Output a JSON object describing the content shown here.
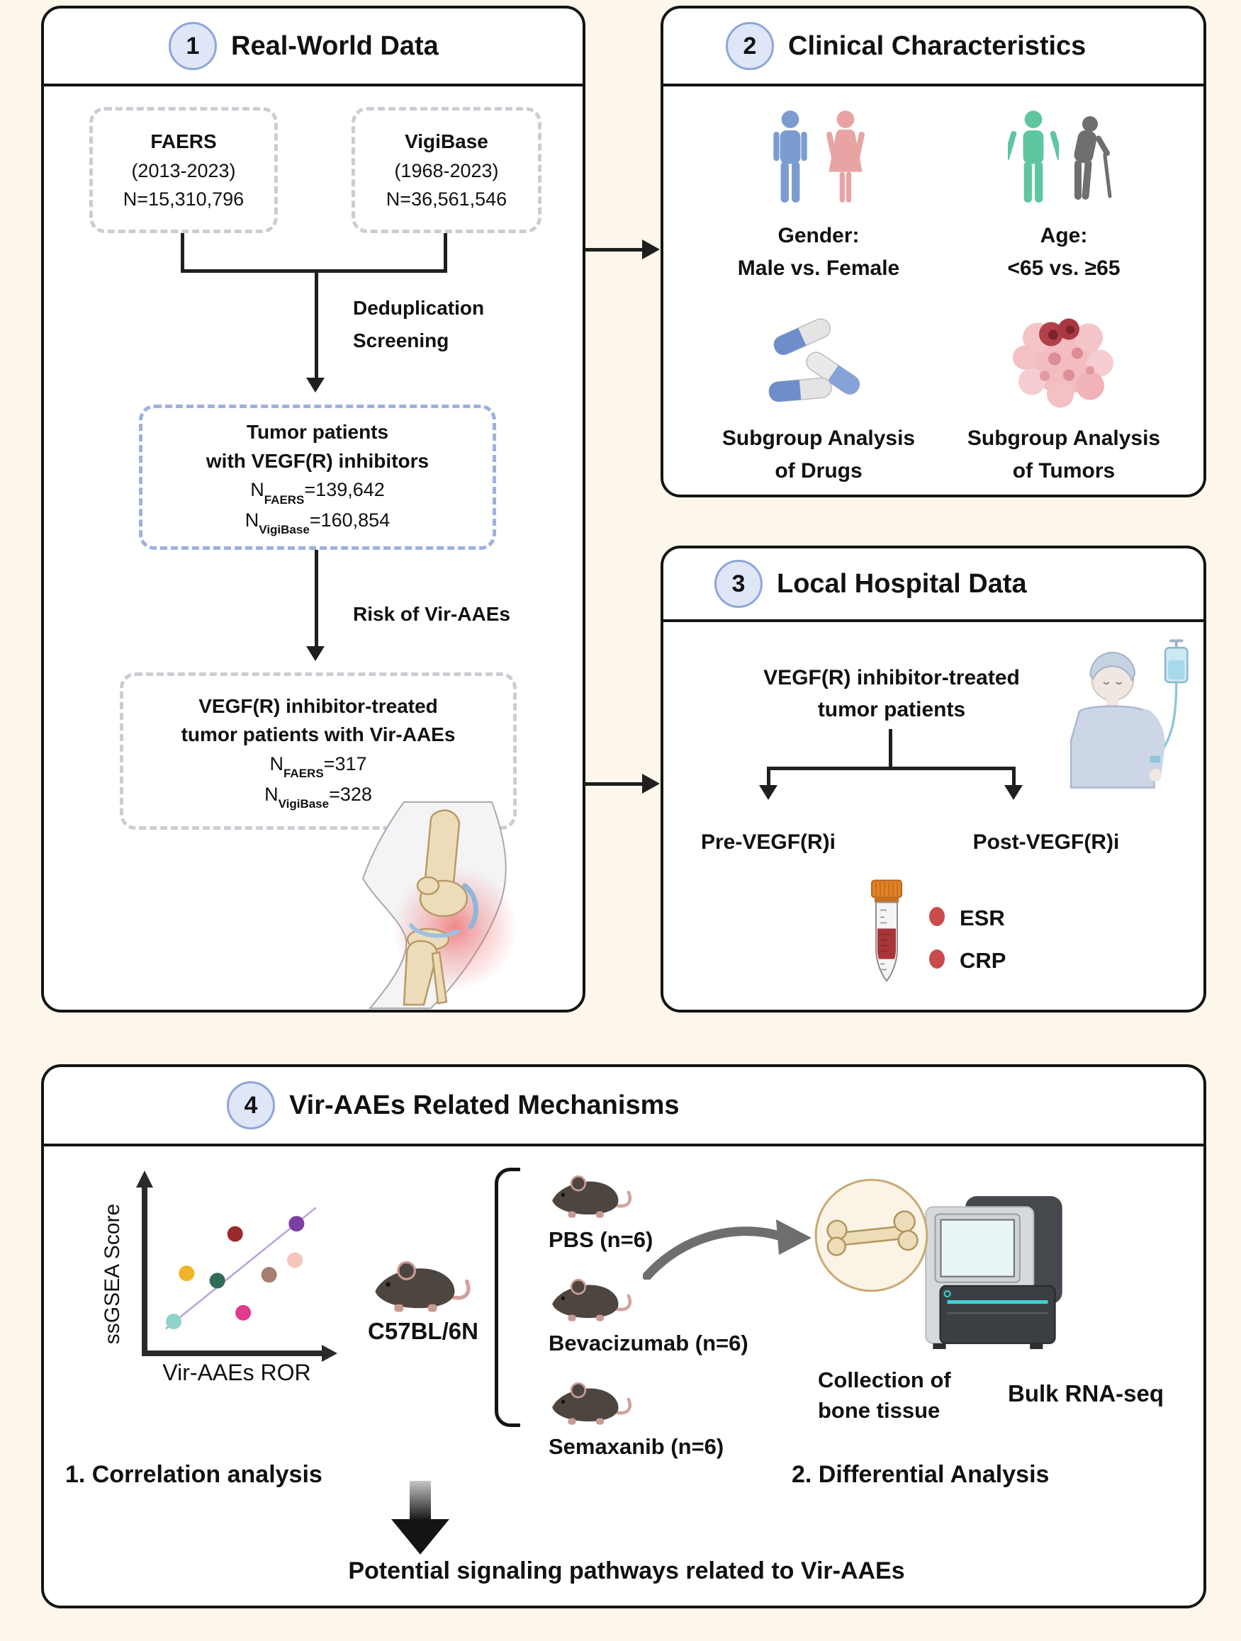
{
  "background": "#fcf7ea",
  "panel1": {
    "number": "1",
    "title": "Real-World Data",
    "faers_box": {
      "name": "FAERS",
      "years": "(2013-2023)",
      "n": "N=15,310,796"
    },
    "vigibase_box": {
      "name": "VigiBase",
      "years": "(1968-2023)",
      "n": "N=36,561,546"
    },
    "dedup_label": {
      "line1": "Deduplication",
      "line2": "Screening"
    },
    "tumor_box": {
      "line1": "Tumor patients",
      "line2": "with VEGF(R) inhibitors",
      "n_faers": {
        "prefix": "N",
        "sub": "FAERS",
        "value": "=139,642"
      },
      "n_vigibase": {
        "prefix": "N",
        "sub": "VigiBase",
        "value": "=160,854"
      }
    },
    "risk_label": "Risk of Vir-AAEs",
    "viraae_box": {
      "line1": "VEGF(R) inhibitor-treated",
      "line2": "tumor patients with Vir-AAEs",
      "n_faers": {
        "prefix": "N",
        "sub": "FAERS",
        "value": "=317"
      },
      "n_vigibase": {
        "prefix": "N",
        "sub": "VigiBase",
        "value": "=328"
      }
    }
  },
  "panel2": {
    "number": "2",
    "title": "Clinical Characteristics",
    "gender": {
      "label": "Gender:",
      "comparison": "Male vs. Female"
    },
    "age": {
      "label": "Age:",
      "comparison": "<65 vs. ≥65"
    },
    "drugs": {
      "line1": "Subgroup Analysis",
      "line2": "of Drugs"
    },
    "tumors": {
      "line1": "Subgroup Analysis",
      "line2": "of Tumors"
    }
  },
  "panel3": {
    "number": "3",
    "title": "Local Hospital Data",
    "cohort": {
      "line1": "VEGF(R) inhibitor-treated",
      "line2": "tumor patients"
    },
    "pre_label": "Pre-VEGF(R)i",
    "post_label": "Post-VEGF(R)i",
    "markers": [
      {
        "name": "ESR"
      },
      {
        "name": "CRP"
      }
    ]
  },
  "panel4": {
    "number": "4",
    "title": "Vir-AAEs Related Mechanisms",
    "mouse_strain": "C57BL/6N",
    "groups": [
      {
        "label": "PBS (n=6)"
      },
      {
        "label": "Bevacizumab (n=6)"
      },
      {
        "label": "Semaxanib (n=6)"
      }
    ],
    "collection": {
      "line1": "Collection of",
      "line2": "bone tissue"
    },
    "rnaseq_label": "Bulk RNA-seq",
    "correlation_label": "1. Correlation analysis",
    "differential_label": "2. Differential Analysis",
    "conclusion": "Potential signaling pathways related to Vir-AAEs"
  },
  "chart_data": {
    "type": "scatter",
    "title": "",
    "xlabel": "Vir-AAEs ROR",
    "ylabel": "ssGSEA Score",
    "axis_note": "conceptual axes without tick labels; point coordinates normalized 0-1",
    "grid": false,
    "legend": "none",
    "points": [
      {
        "x": 0.11,
        "y": 0.15,
        "color": "#8fd2c8"
      },
      {
        "x": 0.19,
        "y": 0.48,
        "color": "#f0b429"
      },
      {
        "x": 0.38,
        "y": 0.43,
        "color": "#2e6b58"
      },
      {
        "x": 0.49,
        "y": 0.75,
        "color": "#9b2a2a"
      },
      {
        "x": 0.54,
        "y": 0.21,
        "color": "#e23a8e"
      },
      {
        "x": 0.7,
        "y": 0.47,
        "color": "#a87d72"
      },
      {
        "x": 0.86,
        "y": 0.57,
        "color": "#f5c4bd"
      },
      {
        "x": 0.87,
        "y": 0.82,
        "color": "#7b3fa0"
      }
    ],
    "trendline": {
      "x1": 0.06,
      "y1": 0.1,
      "x2": 0.99,
      "y2": 0.93,
      "color": "#b9a1dd"
    }
  },
  "icon_colors": {
    "male": "#7b9cd1",
    "female": "#e8a3a3",
    "adult_under_65": "#5ec7a0",
    "elderly": "#6f6f6f",
    "capsule_blue": "#6d8ec9",
    "tumor_pink": "#eda3a8",
    "tube_cap": "#e08326",
    "blood": "#a93538",
    "marker_dot": "#c94b4b",
    "mouse_body": "#4c4540",
    "sequencer_teal": "#3fd2d2",
    "number_circle_fill": "#dfe6f8",
    "number_circle_border": "#8ea6d8"
  }
}
